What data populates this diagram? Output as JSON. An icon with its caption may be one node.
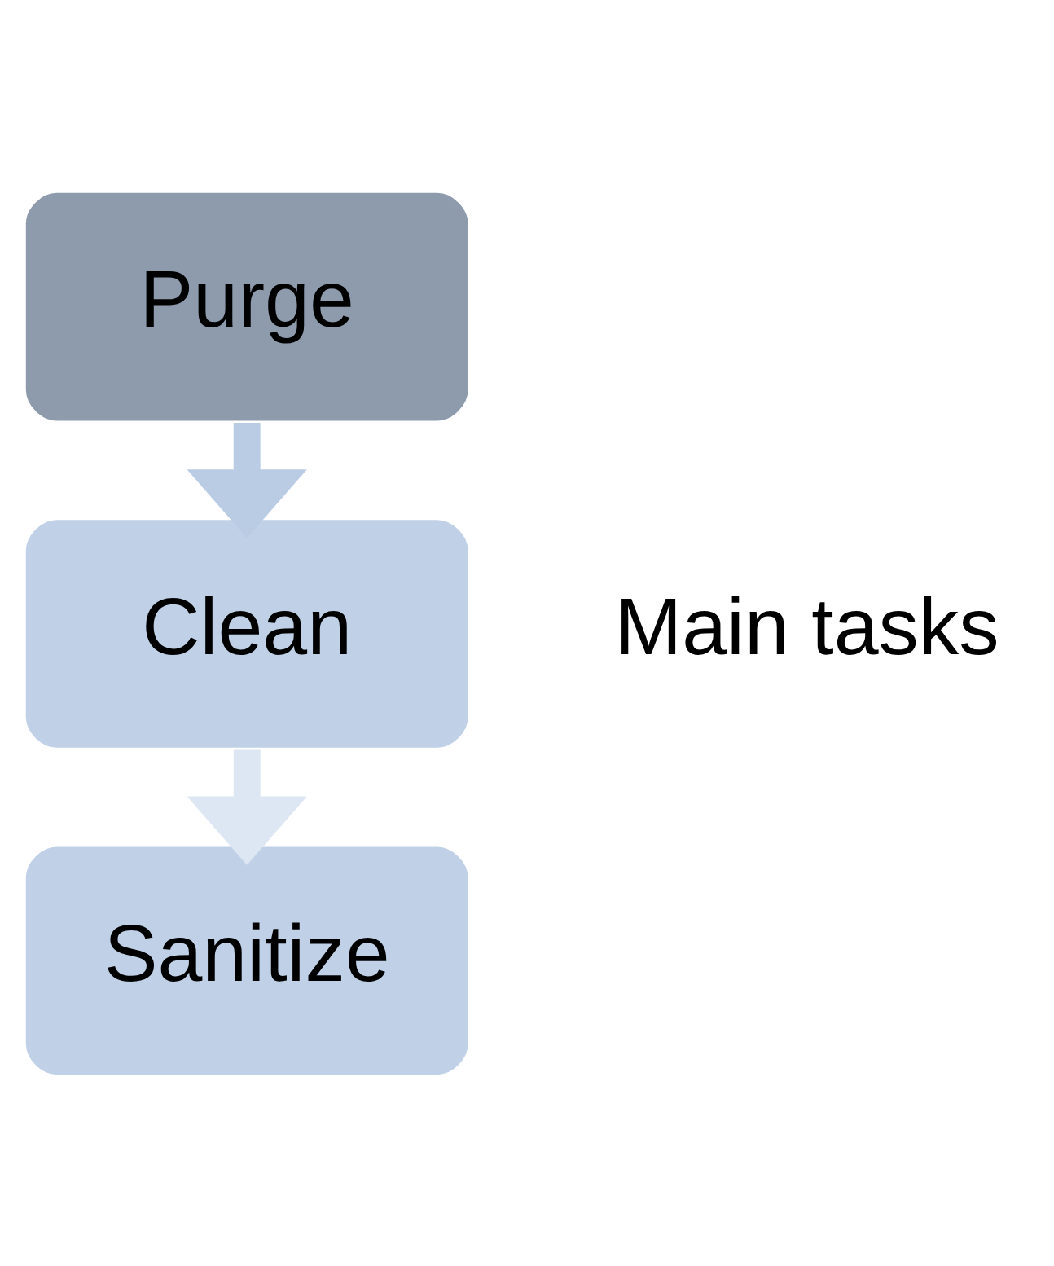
{
  "diagram": {
    "nodes": [
      {
        "text": [
          "Purge"
        ]
      },
      {
        "text": [
          "Clean"
        ]
      },
      {
        "text": [
          "Sanitize"
        ]
      }
    ],
    "edges": [
      {
        "from": 0,
        "to": 1,
        "arrow": "to",
        "color": "#b9cce4"
      },
      {
        "from": 1,
        "to": 2,
        "arrow": "to",
        "color": "#dde7f3"
      }
    ],
    "labels": [
      "Main tasks"
    ]
  }
}
